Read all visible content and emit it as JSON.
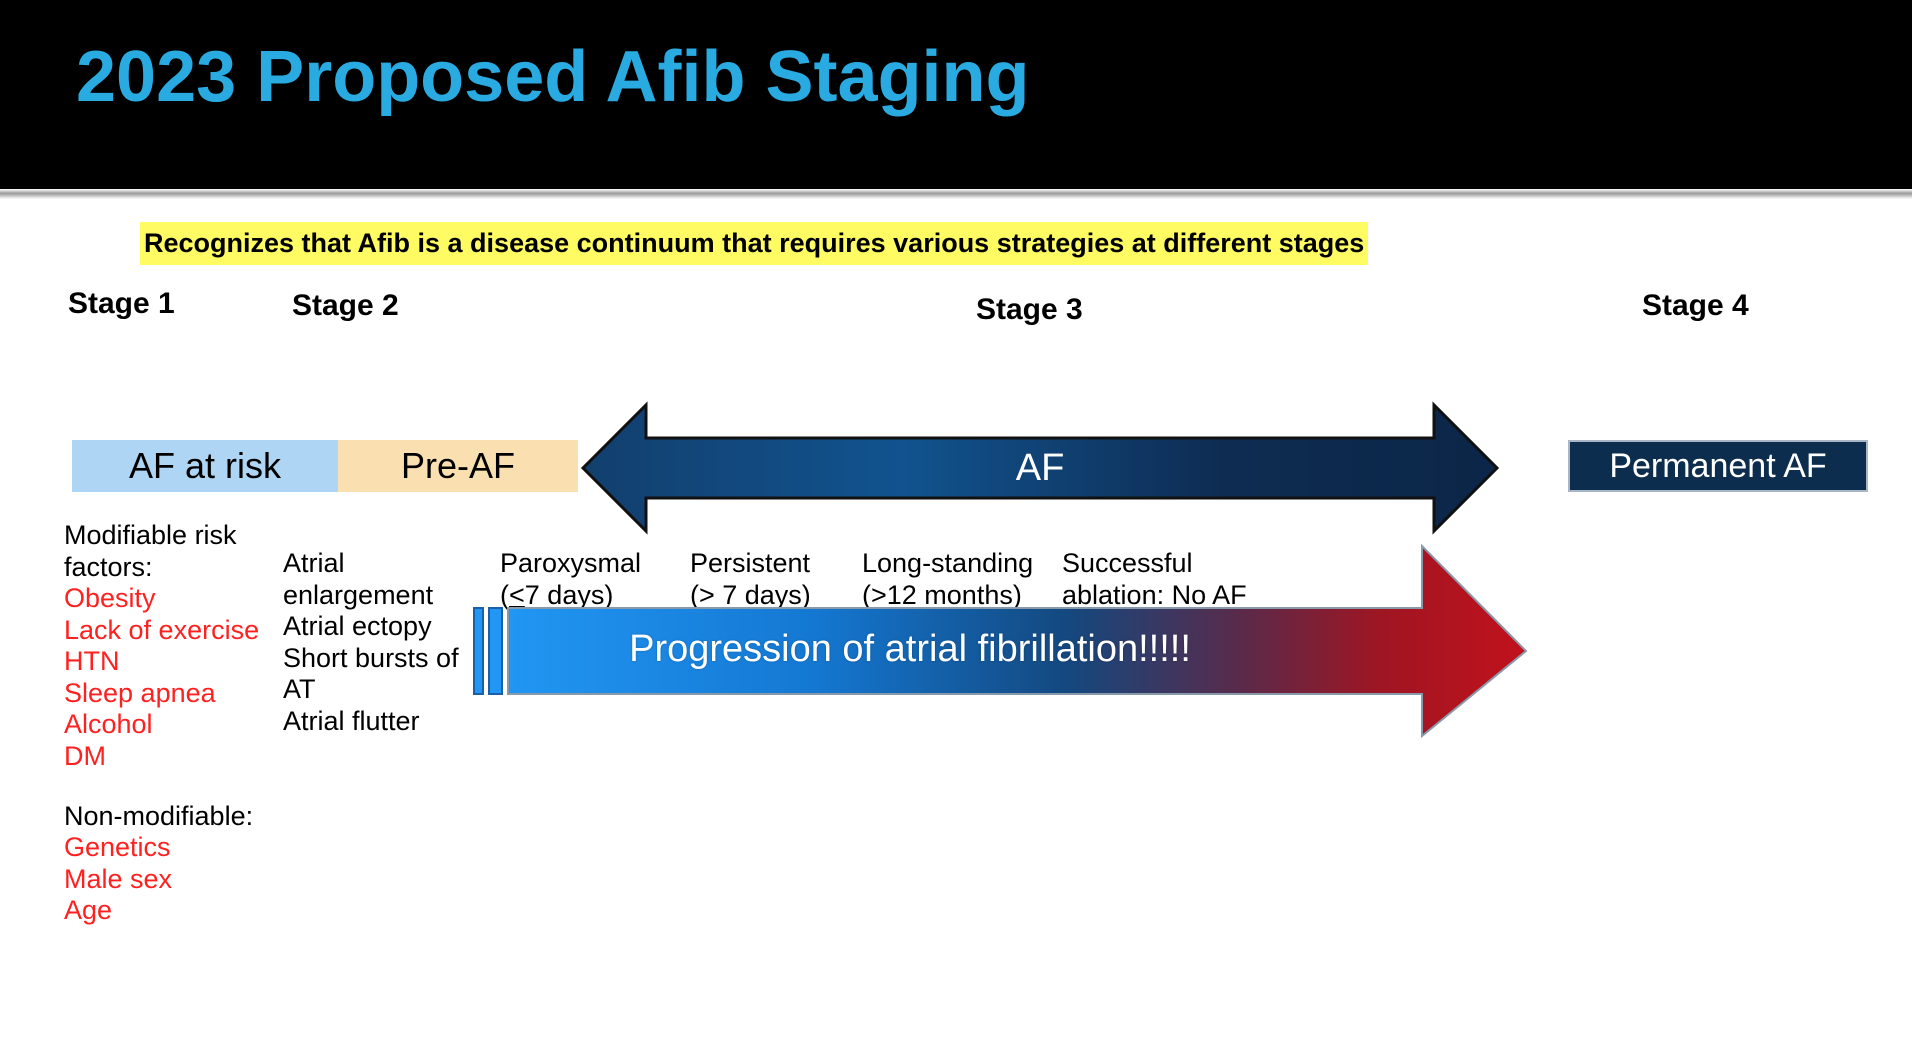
{
  "slide": {
    "title": "2023 Proposed Afib Staging",
    "subtitle": "Recognizes that Afib is a disease continuum that requires various strategies at different stages",
    "title_color": "#29ABE2",
    "title_bg": "#000000",
    "subtitle_highlight": "#FFFB62"
  },
  "stages": {
    "stage1_label": "Stage 1",
    "stage2_label": "Stage 2",
    "stage3_label": "Stage 3",
    "stage4_label": "Stage 4"
  },
  "bands": {
    "af_at_risk": "AF at risk",
    "af_at_risk_color": "#AFD5F4",
    "pre_af": "Pre-AF",
    "pre_af_color": "#FAE0B0",
    "af_arrow_label": "AF",
    "af_arrow_color": "#0F3F73",
    "permanent_af": "Permanent AF",
    "permanent_af_color": "#0D2D4E"
  },
  "stage1": {
    "heading_modifiable": "Modifiable risk",
    "heading_modifiable_2": "factors:",
    "modifiable_items": [
      "Obesity",
      "Lack of exercise",
      "HTN",
      "Sleep apnea",
      "Alcohol",
      "DM"
    ],
    "heading_nonmodifiable": "Non-modifiable:",
    "nonmodifiable_items": [
      "Genetics",
      "Male sex",
      "Age"
    ],
    "item_color": "#FF2020"
  },
  "stage2": {
    "items": [
      "Atrial",
      "enlargement",
      "Atrial ectopy",
      "Short bursts of",
      "AT",
      "Atrial flutter"
    ]
  },
  "stage3_subtypes": [
    {
      "name": "Paroxysmal",
      "detail_prefix": "(",
      "detail_sign": "<",
      "detail_suffix": "7 days)"
    },
    {
      "name": "Persistent",
      "detail": "(> 7 days)"
    },
    {
      "name": "Long-standing",
      "detail": "(>12 months)"
    },
    {
      "name": "Successful",
      "detail": "ablation:  No AF"
    }
  ],
  "progression": {
    "label": "Progression of atrial fibrillation!!!!!",
    "gradient_start": "#2196F3",
    "gradient_end": "#C1121C"
  }
}
